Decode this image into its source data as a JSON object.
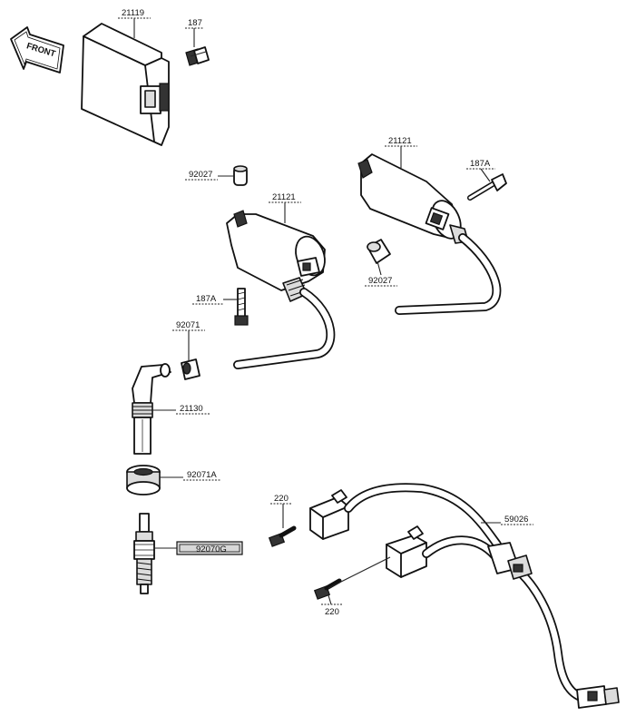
{
  "front_label": "FRONT",
  "callouts": {
    "ignitor_unit": "21119",
    "ignitor_bolt": "187",
    "coil_rear": "21121",
    "coil_rear_bolt": "187A",
    "coil_rear_damper": "92027",
    "coil_front": "21121",
    "coil_front_damper": "92027",
    "coil_front_bolt": "187A",
    "cap_damper": "92071",
    "plug_cap": "21130",
    "cap_seal": "92071A",
    "spark_plug": "92070G",
    "screw_upper": "220",
    "screw_lower": "220",
    "harness": "59026"
  }
}
